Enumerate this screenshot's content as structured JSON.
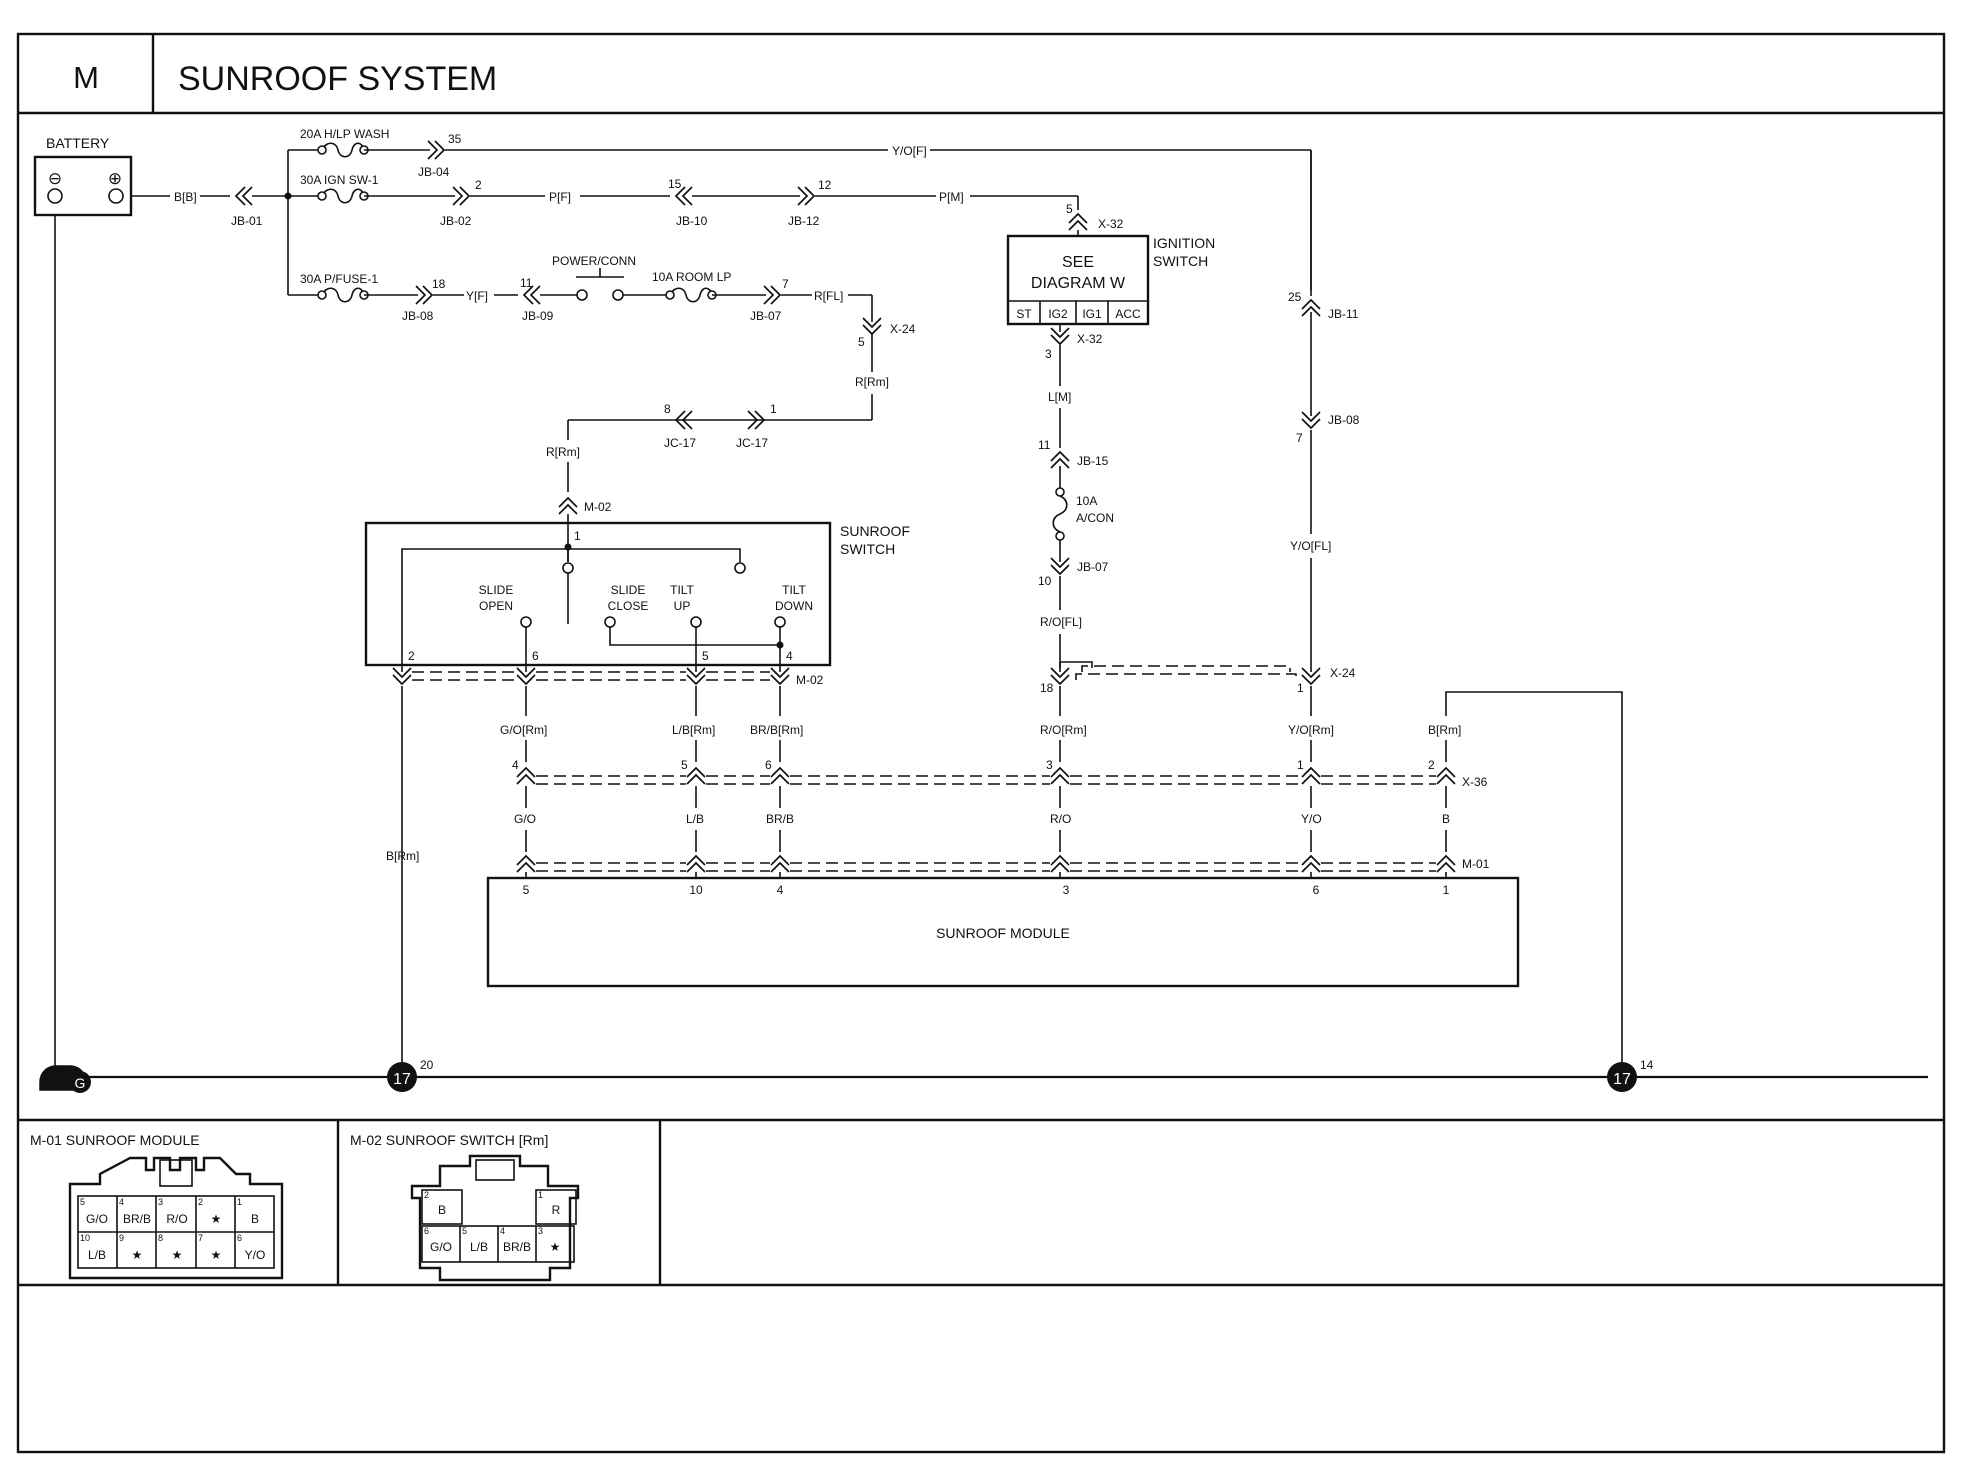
{
  "section": "M",
  "title": "SUNROOF SYSTEM",
  "battery": {
    "label": "BATTERY",
    "neg": "⊖",
    "pos": "⊕",
    "wire": "B[B]",
    "jb": "JB-01"
  },
  "fuses": [
    {
      "label": "20A H/LP WASH",
      "pin": "35",
      "jb": "JB-04",
      "wire": "Y/O[F]"
    },
    {
      "label": "30A IGN SW-1",
      "pin": "2",
      "jb": "JB-02",
      "wire": "P[F]"
    },
    {
      "label": "30A P/FUSE-1",
      "pin": "18",
      "jb": "JB-08",
      "wire": "Y[F]"
    }
  ],
  "ign_path": {
    "p1": "15",
    "jb1": "JB-10",
    "p2": "12",
    "jb2": "JB-12",
    "wire2": "P[M]",
    "pin_top": "5",
    "conn_top": "X-32"
  },
  "ignition": {
    "line1": "SEE",
    "line2": "DIAGRAM W",
    "title1": "IGNITION",
    "title2": "SWITCH",
    "terms": [
      "ST",
      "IG2",
      "IG1",
      "ACC"
    ]
  },
  "ign_down": {
    "pin": "3",
    "conn": "X-32",
    "wire": "L[M]",
    "p11": "11",
    "jb15": "JB-15",
    "fuse1": "10A",
    "fuse2": "A/CON",
    "p10": "10",
    "jb07": "JB-07",
    "wire2": "R/O[FL]",
    "p18": "18"
  },
  "room": {
    "p11": "11",
    "jb09": "JB-09",
    "power": "POWER/CONN",
    "fuse": "10A ROOM LP",
    "p7": "7",
    "jb07": "JB-07",
    "wire": "R[FL]",
    "p5": "5",
    "x24": "X-24",
    "wire_rm": "R[Rm]",
    "p8": "8",
    "jc17a": "JC-17",
    "p1": "1",
    "jc17b": "JC-17",
    "wire_rm2": "R[Rm]",
    "m02": "M-02"
  },
  "right_path": {
    "p25": "25",
    "jb11": "JB-11",
    "p7": "7",
    "jb08": "JB-08",
    "wire": "Y/O[FL]"
  },
  "switch": {
    "title1": "SUNROOF",
    "title2": "SWITCH",
    "pin_top": "1",
    "slide_open1": "SLIDE",
    "slide_open2": "OPEN",
    "slide_close1": "SLIDE",
    "slide_close2": "CLOSE",
    "tilt_up1": "TILT",
    "tilt_up2": "UP",
    "tilt_down1": "TILT",
    "tilt_down2": "DOWN",
    "pins": [
      "2",
      "6",
      "5",
      "4"
    ],
    "conn": "M-02"
  },
  "harness": {
    "x24": "X-24",
    "p18": "18",
    "p1": "1",
    "wires_rm": [
      "G/O[Rm]",
      "L/B[Rm]",
      "BR/B[Rm]",
      "R/O[Rm]",
      "Y/O[Rm]",
      "B[Rm]"
    ],
    "x36_pins": [
      "4",
      "5",
      "6",
      "3",
      "1",
      "2"
    ],
    "x36": "X-36",
    "wires": [
      "G/O",
      "L/B",
      "BR/B",
      "R/O",
      "Y/O",
      "B"
    ],
    "m01": "M-01",
    "ground_wire": "B[Rm]"
  },
  "module": {
    "label": "SUNROOF MODULE",
    "pins": [
      "5",
      "10",
      "4",
      "3",
      "6",
      "1"
    ]
  },
  "ground": {
    "g": "G",
    "node": "17",
    "p20": "20",
    "p14": "14"
  },
  "panel1": {
    "title": "M-01 SUNROOF MODULE",
    "row1": [
      {
        "n": "5",
        "v": "G/O"
      },
      {
        "n": "4",
        "v": "BR/B"
      },
      {
        "n": "3",
        "v": "R/O"
      },
      {
        "n": "2",
        "v": "★"
      },
      {
        "n": "1",
        "v": "B"
      }
    ],
    "row2": [
      {
        "n": "10",
        "v": "L/B"
      },
      {
        "n": "9",
        "v": "★"
      },
      {
        "n": "8",
        "v": "★"
      },
      {
        "n": "7",
        "v": "★"
      },
      {
        "n": "6",
        "v": "Y/O"
      }
    ]
  },
  "panel2": {
    "title": "M-02 SUNROOF SWITCH [Rm]",
    "row1": [
      {
        "n": "2",
        "v": "B"
      },
      {
        "n": "1",
        "v": "R"
      }
    ],
    "row2": [
      {
        "n": "6",
        "v": "G/O"
      },
      {
        "n": "5",
        "v": "L/B"
      },
      {
        "n": "4",
        "v": "BR/B"
      },
      {
        "n": "3",
        "v": "★"
      }
    ]
  }
}
